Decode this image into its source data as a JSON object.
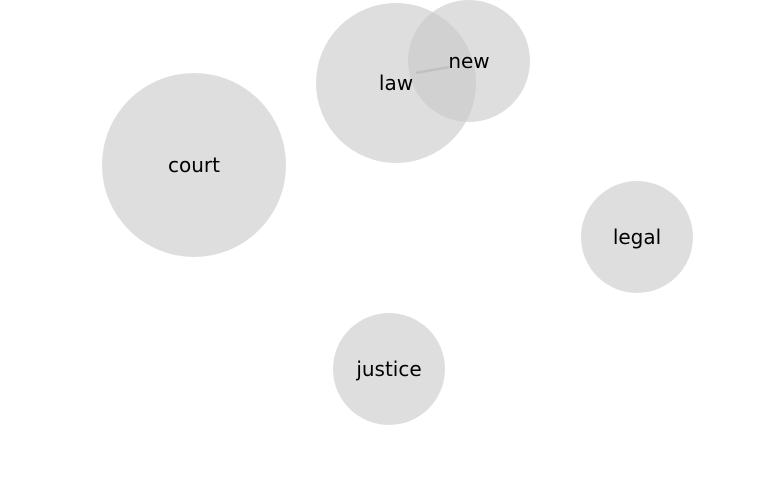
{
  "diagram": {
    "type": "word-cooccurrence-bubbles",
    "colors": {
      "node_fill": "#c8c8c8",
      "edge": "#9a9a9a",
      "label": "#000000"
    },
    "nodes": [
      {
        "id": "court",
        "label": "court"
      },
      {
        "id": "law",
        "label": "law"
      },
      {
        "id": "new",
        "label": "new"
      },
      {
        "id": "legal",
        "label": "legal"
      },
      {
        "id": "justice",
        "label": "justice"
      }
    ],
    "edges": [
      {
        "from": "law",
        "to": "new"
      }
    ]
  }
}
